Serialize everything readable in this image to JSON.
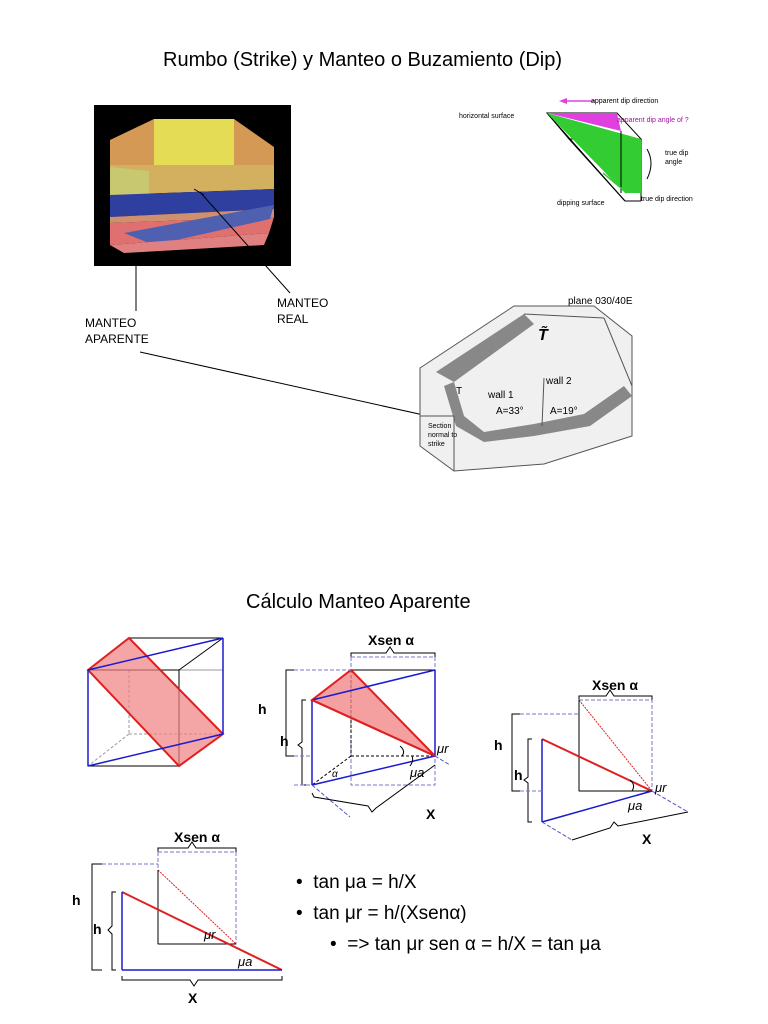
{
  "slide": {
    "title": "Rumbo (Strike) y Manteo o Buzamiento (Dip)",
    "subtitle": "Cálculo Manteo Aparente"
  },
  "block_labels": {
    "manteo_real": "MANTEO\nREAL",
    "manteo_aparente": "MANTEO\nAPARENTE"
  },
  "dip_diagram": {
    "apparent_dip_direction": "apparent dip direction",
    "horizontal_surface": "horizontal surface",
    "apparent_dip_angle": "apparent dip angle of ?",
    "true_dip_angle": "true dip\nangle",
    "dipping_surface": "dipping surface",
    "true_dip_direction": "true dip direction",
    "colors": {
      "apparent": "#e040e0",
      "true": "#33cc33"
    }
  },
  "section_diagram": {
    "plane": "plane 030/40E",
    "t_tilde": "T̃",
    "t_label": "T",
    "wall1": "wall 1",
    "wall2": "wall 2",
    "a33": "A=33°",
    "a19": "A=19°",
    "section_note": "Section\nnormal to\nstrike"
  },
  "calc": {
    "xsen": "Xsen α",
    "h": "h",
    "x": "X",
    "mu_r": "μr",
    "mu_a": "μa",
    "alpha": "α"
  },
  "formulas": {
    "f1": "tan μa = h/X",
    "f2": "tan μr = h/(Xsenα)",
    "f3": "=> tan μr sen α  = h/X = tan μa"
  }
}
